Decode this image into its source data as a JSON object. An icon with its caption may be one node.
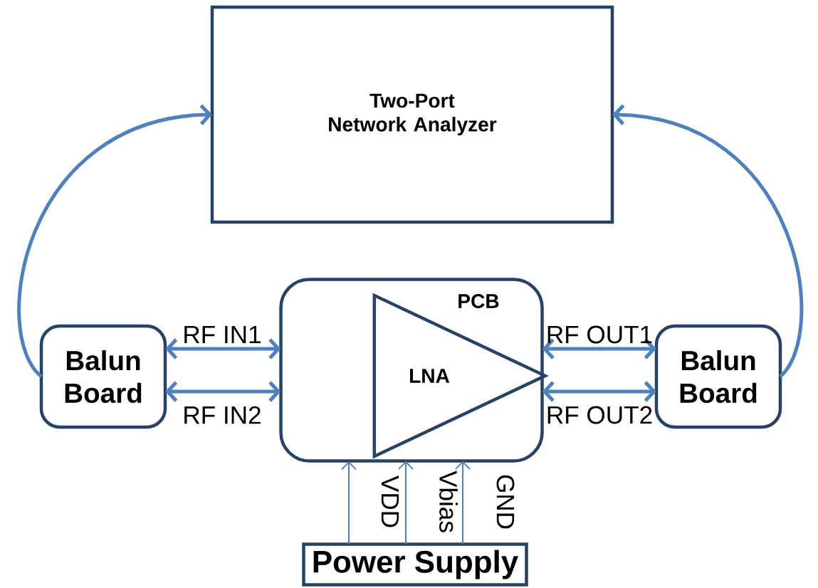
{
  "diagram": {
    "nodes": [
      {
        "text": [
          "Two-Port Network Analyzer"
        ]
      },
      {
        "text": [
          "Balun Board"
        ]
      },
      {
        "text": [
          "PCB"
        ]
      },
      {
        "text": [
          "LNA"
        ],
        "in": 2
      },
      {
        "text": [
          "Balun Board"
        ]
      },
      {
        "text": [
          "Power Supply"
        ]
      }
    ],
    "edges": [
      {
        "from": 1,
        "to": 0,
        "arrow": "to"
      },
      {
        "from": 4,
        "to": 0,
        "arrow": "to"
      },
      {
        "from": 1,
        "to": 2,
        "arrow": "both",
        "label": "RF IN1"
      },
      {
        "from": 1,
        "to": 2,
        "arrow": "both",
        "label": "RF IN2"
      },
      {
        "from": 2,
        "to": 4,
        "arrow": "both",
        "label": "RF OUT1"
      },
      {
        "from": 2,
        "to": 4,
        "arrow": "both",
        "label": "RF OUT2"
      },
      {
        "from": 5,
        "to": 3,
        "arrow": "to"
      },
      {
        "from": 5,
        "to": 2,
        "arrow": "to"
      },
      {
        "from": 5,
        "to": 2,
        "arrow": "to"
      }
    ],
    "labels": [
      "VDD",
      "Vbias",
      "GND"
    ]
  }
}
